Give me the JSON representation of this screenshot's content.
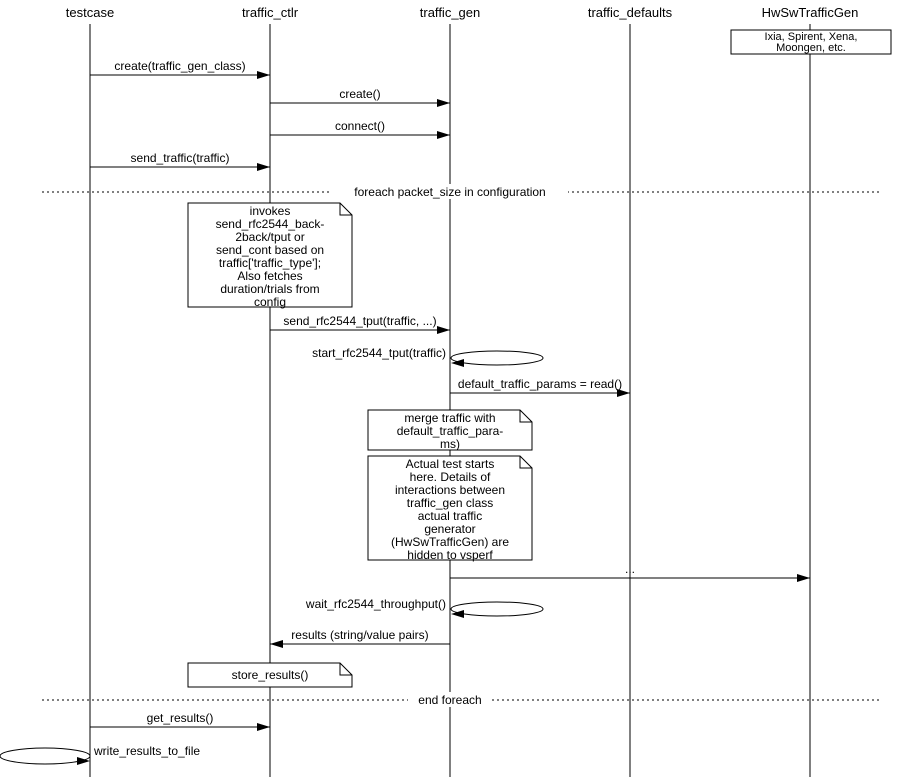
{
  "participants": [
    {
      "label": "testcase"
    },
    {
      "label": "traffic_ctlr"
    },
    {
      "label": "traffic_gen"
    },
    {
      "label": "traffic_defaults"
    },
    {
      "label": "HwSwTrafficGen"
    }
  ],
  "hw_box": {
    "line1": "Ixia, Spirent, Xena,",
    "line2": "Moongen, etc."
  },
  "messages": {
    "create_class": "create(traffic_gen_class)",
    "create": "create()",
    "connect": "connect()",
    "send_traffic": "send_traffic(traffic)",
    "send_rfc2544_tput": "send_rfc2544_tput(traffic, ...)",
    "start_rfc2544_tput": "start_rfc2544_tput(traffic)",
    "default_read": "default_traffic_params = read()",
    "hw_interaction": "...",
    "wait_throughput": "wait_rfc2544_throughput()",
    "results": "results (string/value pairs)",
    "get_results": "get_results()",
    "write_results": "write_results_to_file"
  },
  "dividers": {
    "foreach_start": "foreach packet_size in configuration",
    "foreach_end": "end foreach"
  },
  "notes": {
    "invoke_lines": [
      "invokes",
      "send_rfc2544_back-",
      "2back/tput or",
      "send_cont based on",
      "traffic['traffic_type'];",
      "Also fetches",
      "duration/trials from",
      "config"
    ],
    "merge_lines": [
      "merge traffic with",
      "default_traffic_para-",
      "ms)"
    ],
    "actual_lines": [
      "Actual test starts",
      "here. Details of",
      "interactions between",
      "traffic_gen class",
      "actual traffic",
      "generator",
      "(HwSwTrafficGen) are",
      "hidden to vsperf"
    ],
    "store": "store_results()"
  }
}
